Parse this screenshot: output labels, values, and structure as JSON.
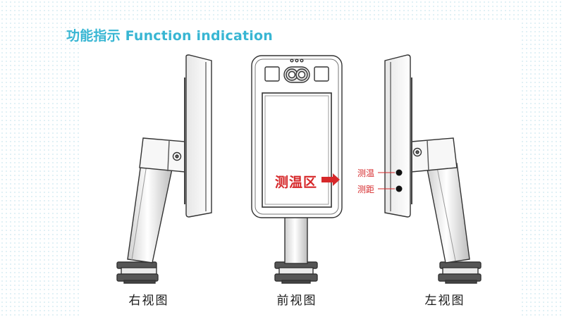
{
  "title": "功能指示 Function indication",
  "views": {
    "right": "右视图",
    "front": "前视图",
    "left": "左视图"
  },
  "front_zone_label": "测温区",
  "callouts": {
    "temperature": "测温",
    "distance": "测距"
  },
  "colors": {
    "title": "#38b6d3",
    "annotation": "#d6282a",
    "outline": "#333333",
    "dot_background": "#dceff4"
  },
  "icons": {
    "zone_arrow": "arrow-right-icon",
    "sensor": "sensor-dot-icon"
  }
}
